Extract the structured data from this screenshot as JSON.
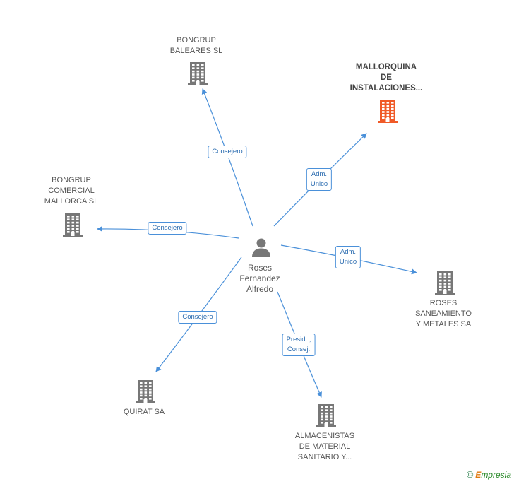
{
  "center": {
    "name_lines": [
      "Roses",
      "Fernandez",
      "Alfredo"
    ],
    "icon": "person-icon"
  },
  "companies": [
    {
      "id": "bongrup-baleares",
      "lines": [
        "BONGRUP",
        "BALEARES SL"
      ],
      "highlight": false
    },
    {
      "id": "mallorquina",
      "lines": [
        "MALLORQUINA",
        "DE",
        "INSTALACIONES..."
      ],
      "highlight": true
    },
    {
      "id": "bongrup-comercial",
      "lines": [
        "BONGRUP",
        "COMERCIAL",
        "MALLORCA SL"
      ],
      "highlight": false
    },
    {
      "id": "roses-saneamiento",
      "lines": [
        "ROSES",
        "SANEAMIENTO",
        "Y METALES SA"
      ],
      "highlight": false
    },
    {
      "id": "quirat",
      "lines": [
        "QUIRAT SA"
      ],
      "highlight": false
    },
    {
      "id": "almacenistas",
      "lines": [
        "ALMACENISTAS",
        "DE MATERIAL",
        "SANITARIO Y..."
      ],
      "highlight": false
    }
  ],
  "edges": [
    {
      "to": "bongrup-baleares",
      "label": "Consejero"
    },
    {
      "to": "mallorquina",
      "label": "Adm.\nUnico"
    },
    {
      "to": "bongrup-comercial",
      "label": "Consejero"
    },
    {
      "to": "roses-saneamiento",
      "label": "Adm.\nUnico"
    },
    {
      "to": "quirat",
      "label": "Consejero"
    },
    {
      "to": "almacenistas",
      "label": "Presid. ,\nConsej."
    }
  ],
  "colors": {
    "edge": "#4a90d9",
    "building": "#777777",
    "building_highlight": "#f05a28",
    "person": "#777777"
  },
  "footer": {
    "copyright_symbol": "©",
    "brand_first": "E",
    "brand_rest": "mpresia"
  }
}
